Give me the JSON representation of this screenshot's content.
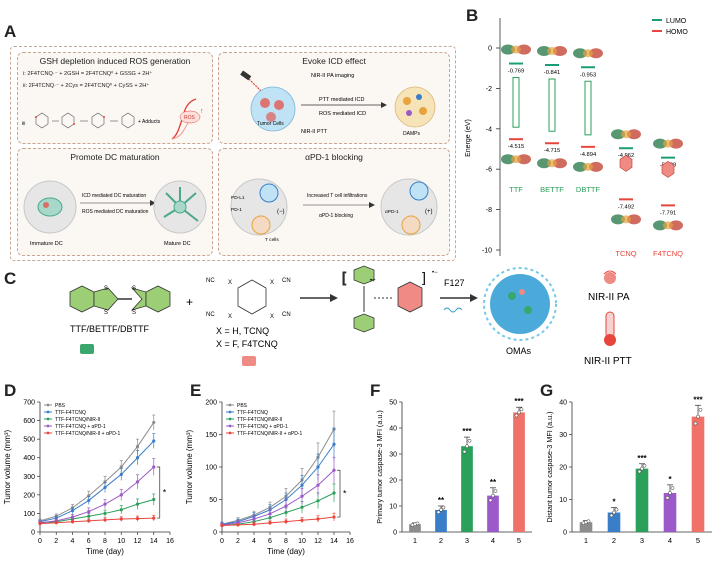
{
  "panels": {
    "A": "A",
    "B": "B",
    "C": "C",
    "D": "D",
    "E": "E",
    "F": "F",
    "G": "G"
  },
  "panelA": {
    "box1_title": "GSH depletion induced ROS generation",
    "box1_eq1": "i: 2F4TCNQ·⁻ + 2GSH = 2F4TCNQ⁰ + GSSG + 2H⁺",
    "box1_eq2": "ii: 2F4TCNQ·⁻ + 2Cys = 2F4TCNQ⁰ + CySS + 2H⁺",
    "box1_adducts": "+ Adducts",
    "box1_ros": "ROS",
    "box2_title": "Evoke ICD effect",
    "box2_nir_pa": "NIR-II PA imaging",
    "box2_ptt_icd": "PTT mediated ICD",
    "box2_ros_icd": "ROS mediated ICD",
    "box2_nir_ptt": "NIR-II PTT",
    "box2_tumor": "Tumor Cells",
    "box2_damps": "DAMPs",
    "box3_title": "Promote DC maturation",
    "box3_icd_dc": "ICD mediated DC maturation",
    "box3_ros_dc": "ROS mediated DC maturation",
    "box3_immature": "Immature DC",
    "box3_mature": "Mature DC",
    "box4_title": "αPD-1 blocking",
    "box4_pdl1": "PD-L1",
    "box4_pd1": "PD-1",
    "box4_tcells": "T cells",
    "box4_increased": "Increased T cell infiltrations",
    "box4_apd1": "αPD-1 blocking",
    "box4_apd1_small": "αPD-1",
    "box4_minus": "(−)",
    "box4_plus": "(+)"
  },
  "panelB": {
    "legend_lumo": "LUMO",
    "legend_homo": "HOMO",
    "lumo_color": "#1a9e77",
    "homo_color": "#e8453c",
    "ylabel": "Energe (eV)",
    "yticks": [
      "0",
      "-2",
      "-4",
      "-6",
      "-8",
      "-10"
    ],
    "molecules": [
      "TTF",
      "BETTF",
      "DBTTF",
      "TCNQ",
      "F4TCNQ"
    ],
    "lumo_values": [
      "-0.769",
      "-0.841",
      "-0.953",
      "-4.962",
      "-5.428"
    ],
    "homo_values": [
      "-4.515",
      "-4.715",
      "-4.894",
      "-7.492",
      "-7.791"
    ],
    "lumo": [
      -0.769,
      -0.841,
      -0.953,
      -4.962,
      -5.428
    ],
    "homo": [
      -4.515,
      -4.715,
      -4.894,
      -7.492,
      -7.791
    ]
  },
  "panelC": {
    "donor_label": "TTF/BETTF/DBTTF",
    "xh": "X = H, TCNQ",
    "xf": "X = F, F4TCNQ",
    "plus": "+",
    "f127": "F127",
    "omas": "OMAs",
    "nir_pa": "NIR-II PA",
    "nir_ptt": "NIR-II PTT",
    "charge_pos": "•+",
    "charge_neg": "•−",
    "atom_s": "S",
    "atom_x": "X",
    "atom_nc": "NC",
    "atom_cn": "CN"
  },
  "chart_data": [
    {
      "panel": "D",
      "type": "line",
      "xlabel": "Time (day)",
      "ylabel": "Tumor volume (mm³)",
      "xlim": [
        0,
        16
      ],
      "ylim": [
        0,
        700
      ],
      "xticks": [
        "0",
        "2",
        "4",
        "6",
        "8",
        "10",
        "12",
        "14",
        "16"
      ],
      "yticks": [
        "0",
        "100",
        "200",
        "300",
        "400",
        "500",
        "600",
        "700"
      ],
      "x": [
        0,
        2,
        4,
        6,
        8,
        10,
        12,
        14
      ],
      "series": [
        {
          "name": "PBS",
          "color": "#8c8c8c",
          "values": [
            60,
            85,
            130,
            195,
            270,
            350,
            460,
            590
          ],
          "err": [
            10,
            12,
            18,
            25,
            30,
            35,
            40,
            40
          ]
        },
        {
          "name": "TTF-F4TCNQ",
          "color": "#3a7dc9",
          "values": [
            55,
            75,
            115,
            170,
            240,
            310,
            400,
            490
          ],
          "err": [
            10,
            12,
            16,
            22,
            28,
            32,
            38,
            40
          ]
        },
        {
          "name": "TTF-F4TCNQ/NIR-II",
          "color": "#2aa05a",
          "values": [
            50,
            55,
            70,
            85,
            100,
            120,
            150,
            175
          ],
          "err": [
            8,
            10,
            12,
            15,
            18,
            22,
            28,
            30
          ]
        },
        {
          "name": "TTF-F4TCNQ + αPD-1",
          "color": "#9b59c9",
          "values": [
            50,
            60,
            80,
            110,
            150,
            200,
            270,
            350
          ],
          "err": [
            10,
            12,
            15,
            20,
            25,
            30,
            38,
            45
          ]
        },
        {
          "name": "TTF-F4TCNQ/NIR-II + αPD-1",
          "color": "#e8453c",
          "values": [
            45,
            50,
            55,
            60,
            65,
            70,
            72,
            75
          ],
          "err": [
            8,
            8,
            10,
            10,
            12,
            12,
            14,
            15
          ]
        }
      ],
      "significance": "*"
    },
    {
      "panel": "E",
      "type": "line",
      "xlabel": "Time (day)",
      "ylabel": "Tumor volume (mm³)",
      "xlim": [
        0,
        16
      ],
      "ylim": [
        0,
        200
      ],
      "xticks": [
        "0",
        "2",
        "4",
        "6",
        "8",
        "10",
        "12",
        "14",
        "16"
      ],
      "yticks": [
        "0",
        "50",
        "100",
        "150",
        "200"
      ],
      "x": [
        0,
        2,
        4,
        6,
        8,
        10,
        12,
        14
      ],
      "series": [
        {
          "name": "PBS",
          "color": "#8c8c8c",
          "values": [
            12,
            18,
            26,
            38,
            55,
            80,
            115,
            158
          ],
          "err": [
            3,
            4,
            6,
            8,
            12,
            18,
            22,
            28
          ]
        },
        {
          "name": "TTF-F4TCNQ",
          "color": "#3a7dc9",
          "values": [
            12,
            16,
            24,
            34,
            50,
            72,
            100,
            135
          ],
          "err": [
            3,
            4,
            6,
            8,
            10,
            15,
            20,
            25
          ]
        },
        {
          "name": "TTF-F4TCNQ/NIR-II",
          "color": "#2aa05a",
          "values": [
            10,
            12,
            16,
            22,
            30,
            38,
            48,
            60
          ],
          "err": [
            2,
            3,
            4,
            5,
            7,
            9,
            12,
            14
          ]
        },
        {
          "name": "TTF-F4TCNQ + αPD-1",
          "color": "#9b59c9",
          "values": [
            11,
            14,
            20,
            28,
            40,
            55,
            72,
            95
          ],
          "err": [
            3,
            4,
            5,
            7,
            9,
            12,
            16,
            20
          ]
        },
        {
          "name": "TTF-F4TCNQ/NIR-II + αPD-1",
          "color": "#e8453c",
          "values": [
            10,
            11,
            12,
            14,
            16,
            18,
            20,
            23
          ],
          "err": [
            2,
            2,
            3,
            3,
            4,
            4,
            5,
            6
          ]
        }
      ],
      "significance": "*"
    },
    {
      "panel": "F",
      "type": "bar",
      "ylabel": "Primary tumor caspase-3 MFI (a.u.)",
      "ylim": [
        0,
        50
      ],
      "yticks": [
        "0",
        "10",
        "20",
        "30",
        "40",
        "50"
      ],
      "categories": [
        "1",
        "2",
        "3",
        "4",
        "5"
      ],
      "values": [
        3,
        8.5,
        33,
        14,
        46
      ],
      "err": [
        0.5,
        1.5,
        3.5,
        3,
        2
      ],
      "colors": [
        "#8c8c8c",
        "#3a7dc9",
        "#2aa05a",
        "#9b59c9",
        "#f07167"
      ],
      "stars": [
        "",
        "**",
        "***",
        "**",
        "***"
      ]
    },
    {
      "panel": "G",
      "type": "bar",
      "ylabel": "Distant tumor caspase-3 MFI (a.u.)",
      "ylim": [
        0,
        40
      ],
      "yticks": [
        "0",
        "10",
        "20",
        "30",
        "40"
      ],
      "categories": [
        "1",
        "2",
        "3",
        "4",
        "5"
      ],
      "values": [
        3,
        6,
        19.5,
        12,
        35.5
      ],
      "err": [
        0.5,
        1.5,
        1.5,
        2.5,
        3.5
      ],
      "colors": [
        "#8c8c8c",
        "#3a7dc9",
        "#2aa05a",
        "#9b59c9",
        "#f07167"
      ],
      "stars": [
        "",
        "*",
        "***",
        "*",
        "***"
      ]
    }
  ]
}
